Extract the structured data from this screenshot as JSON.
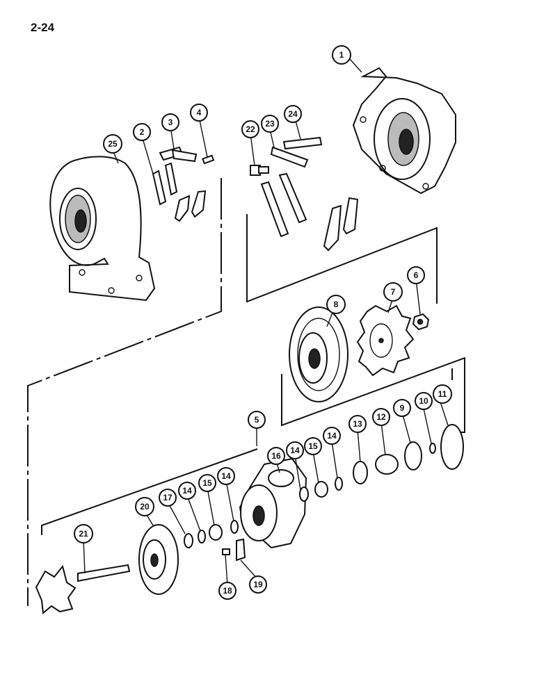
{
  "page_number": "2-24",
  "callouts": [
    "1",
    "2",
    "3",
    "4",
    "5",
    "6",
    "7",
    "8",
    "9",
    "10",
    "11",
    "12",
    "13",
    "14",
    "14",
    "14",
    "14",
    "15",
    "15",
    "16",
    "17",
    "18",
    "19",
    "20",
    "21",
    "22",
    "23",
    "24",
    "25"
  ]
}
